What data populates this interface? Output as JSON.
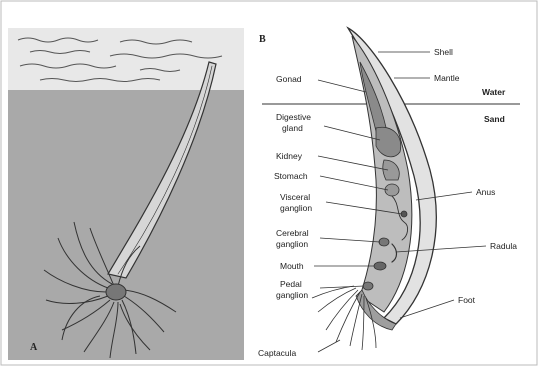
{
  "panels": {
    "a": {
      "label": "A"
    },
    "b": {
      "label": "B"
    }
  },
  "zones": {
    "water": "Water",
    "sand": "Sand"
  },
  "labels": {
    "shell": "Shell",
    "mantle": "Mantle",
    "gonad": "Gonad",
    "digestive_gland_line1": "Digestive",
    "digestive_gland_line2": "gland",
    "kidney": "Kidney",
    "stomach": "Stomach",
    "visceral_ganglion_line1": "Visceral",
    "visceral_ganglion_line2": "ganglion",
    "cerebral_ganglion_line1": "Cerebral",
    "cerebral_ganglion_line2": "ganglion",
    "mouth": "Mouth",
    "pedal_ganglion_line1": "Pedal",
    "pedal_ganglion_line2": "ganglion",
    "captacula": "Captacula",
    "anus": "Anus",
    "radula": "Radula",
    "foot": "Foot"
  },
  "colors": {
    "water": "#e8e8e8",
    "sand": "#a9a9a9",
    "ink": "#333333",
    "organ": "#8a8a8a"
  }
}
